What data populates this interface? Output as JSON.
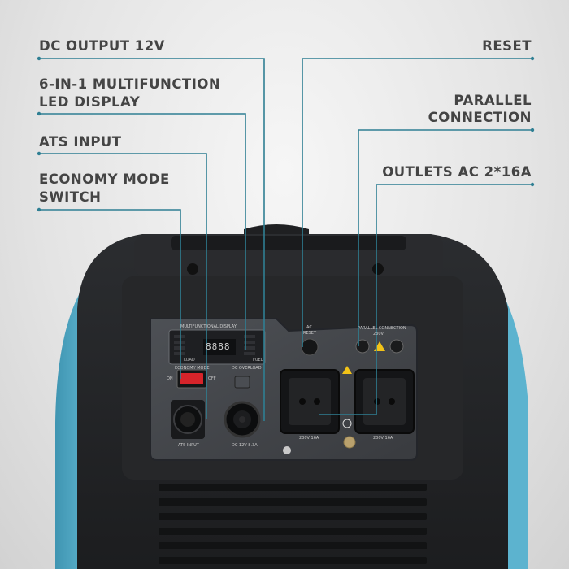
{
  "callouts": {
    "dc_output": "DC OUTPUT 12V",
    "led_display_line1": "6-IN-1 MULTIFUNCTION",
    "led_display_line2": "LED DISPLAY",
    "ats_input": "ATS INPUT",
    "economy_line1": "ECONOMY MODE",
    "economy_line2": "SWITCH",
    "reset": "RESET",
    "parallel_line1": "PARALLEL",
    "parallel_line2": "CONNECTION",
    "outlets": "OUTLETS AC 2*16A"
  },
  "panel": {
    "display_title": "MULTIFUNCTIONAL DISPLAY",
    "display_digits": "8888",
    "load_label": "LOAD",
    "fuel_label": "FUEL",
    "economy_mode": "ECONOMY MODE",
    "switch_on": "ON",
    "switch_off": "OFF",
    "dc_overload": "DC OVERLOAD",
    "ats_input": "ATS INPUT",
    "dc_rating": "DC 12V 8.3A",
    "ac_reset_line1": "AC",
    "ac_reset_line2": "RESET",
    "parallel_connection": "PARALLEL CONNECTION",
    "parallel_voltage": "230V",
    "outlet_left_rating": "230V 16A",
    "outlet_right_rating": "230V 16A"
  },
  "colors": {
    "callout_line": "#2f7f93",
    "accent_body": "#4fa8c4",
    "text": "#444444"
  }
}
